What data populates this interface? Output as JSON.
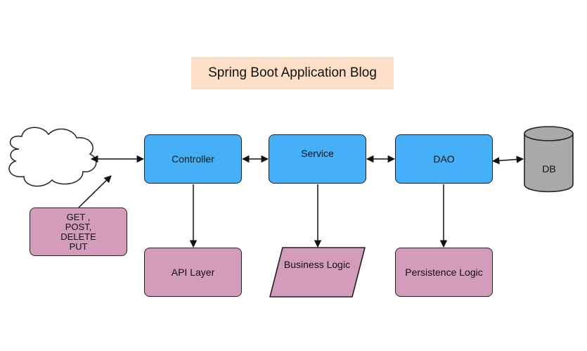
{
  "title": "Spring Boot Application Blog",
  "nodes": {
    "controller": "Controller",
    "service": "Service",
    "dao": "DAO",
    "db": "DB",
    "api_layer": "API Layer",
    "business_logic": "Business Logic",
    "persistence_logic": "Persistence Logic",
    "http_methods": [
      "GET ,",
      "POST,",
      "DELETE",
      "PUT"
    ]
  },
  "colors": {
    "title_background": "#ffdfc8",
    "layer_box": "#45b0f8",
    "logic_box": "#d49cbb",
    "database": "#a9a9a9",
    "cloud": "#ffffff",
    "stroke": "#222222"
  }
}
